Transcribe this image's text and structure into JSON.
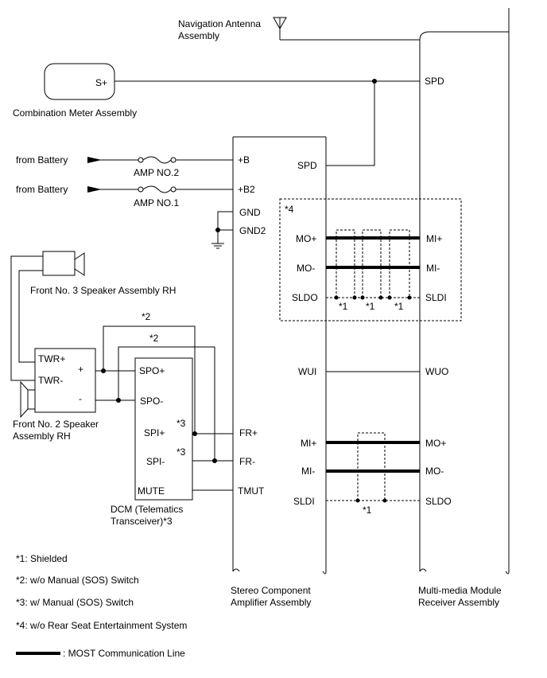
{
  "components": {
    "nav_antenna": [
      "Navigation Antenna",
      "Assembly"
    ],
    "combination_meter": "Combination Meter Assembly",
    "front_no3_speaker": "Front No. 3 Speaker Assembly RH",
    "front_no2_speaker": [
      "Front No. 2 Speaker",
      "Assembly RH"
    ],
    "dcm": [
      "DCM (Telematics",
      "Transceiver)*3"
    ],
    "amplifier": [
      "Stereo Component",
      "Amplifier Assembly"
    ],
    "receiver": [
      "Multi-media Module",
      "Receiver Assembly"
    ]
  },
  "sources": {
    "battery_1": "from Battery",
    "battery_2": "from Battery"
  },
  "fuses": {
    "amp_no2": "AMP NO.2",
    "amp_no1": "AMP NO.1"
  },
  "pins": {
    "meter_s_plus": "S+",
    "receiver_spd": "SPD",
    "amp_b": "+B",
    "amp_b2": "+B2",
    "amp_gnd": "GND",
    "amp_gnd2": "GND2",
    "amp_spd": "SPD",
    "amp_mo_plus": "MO+",
    "amp_mo_minus": "MO-",
    "amp_sldo": "SLDO",
    "amp_wui": "WUI",
    "amp_mi_plus": "MI+",
    "amp_mi_minus": "MI-",
    "amp_sldi": "SLDI",
    "amp_fr_plus": "FR+",
    "amp_fr_minus": "FR-",
    "amp_tmut": "TMUT",
    "rcv_mi_plus": "MI+",
    "rcv_mi_minus": "MI-",
    "rcv_sldi": "SLDI",
    "rcv_wuo": "WUO",
    "rcv_mo_plus": "MO+",
    "rcv_mo_minus": "MO-",
    "rcv_sldo": "SLDO",
    "spk_twr_plus": "TWR+",
    "spk_twr_minus": "TWR-",
    "spk_plus": "+",
    "spk_minus": "-",
    "dcm_spo_plus": "SPO+",
    "dcm_spo_minus": "SPO-",
    "dcm_spi_plus": "SPI+",
    "dcm_spi_minus": "SPI-",
    "dcm_mute": "MUTE"
  },
  "markers": {
    "note4": "*4",
    "shield1": "*1",
    "shield2": "*1",
    "shield3": "*1",
    "shield4": "*1",
    "wire2_top": "*2",
    "wire2_bottom": "*2",
    "wire3_top": "*3",
    "wire3_bottom": "*3"
  },
  "notes": [
    "*1: Shielded",
    "*2: w/o Manual (SOS) Switch",
    "*3: w/ Manual (SOS) Switch",
    "*4: w/o Rear Seat Entertainment System"
  ],
  "legend": {
    "most_line": ": MOST Communication Line"
  }
}
